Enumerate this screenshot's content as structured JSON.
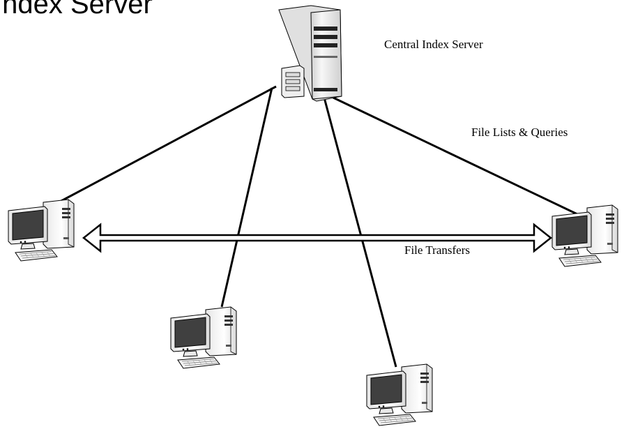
{
  "title": "Index Server",
  "labels": {
    "central_index_server": "Central Index Server",
    "file_lists_queries": "File Lists & Queries",
    "file_transfers": "File Transfers"
  },
  "nodes": [
    {
      "id": "server",
      "kind": "server",
      "name": "Central Index Server"
    },
    {
      "id": "pc-left",
      "kind": "workstation"
    },
    {
      "id": "pc-right",
      "kind": "workstation"
    },
    {
      "id": "pc-bottom-left",
      "kind": "workstation"
    },
    {
      "id": "pc-bottom-right",
      "kind": "workstation"
    }
  ],
  "edges": [
    {
      "from": "server",
      "to": "pc-left",
      "kind": "query-link"
    },
    {
      "from": "server",
      "to": "pc-right",
      "kind": "query-link"
    },
    {
      "from": "server",
      "to": "pc-bottom-left",
      "kind": "query-link"
    },
    {
      "from": "server",
      "to": "pc-bottom-right",
      "kind": "query-link"
    },
    {
      "from": "pc-left",
      "to": "pc-right",
      "kind": "file-transfer",
      "bidirectional": true
    }
  ],
  "colors": {
    "line": "#000000",
    "screen": "#404040",
    "case": "#f2f2f2",
    "background": "#ffffff"
  }
}
